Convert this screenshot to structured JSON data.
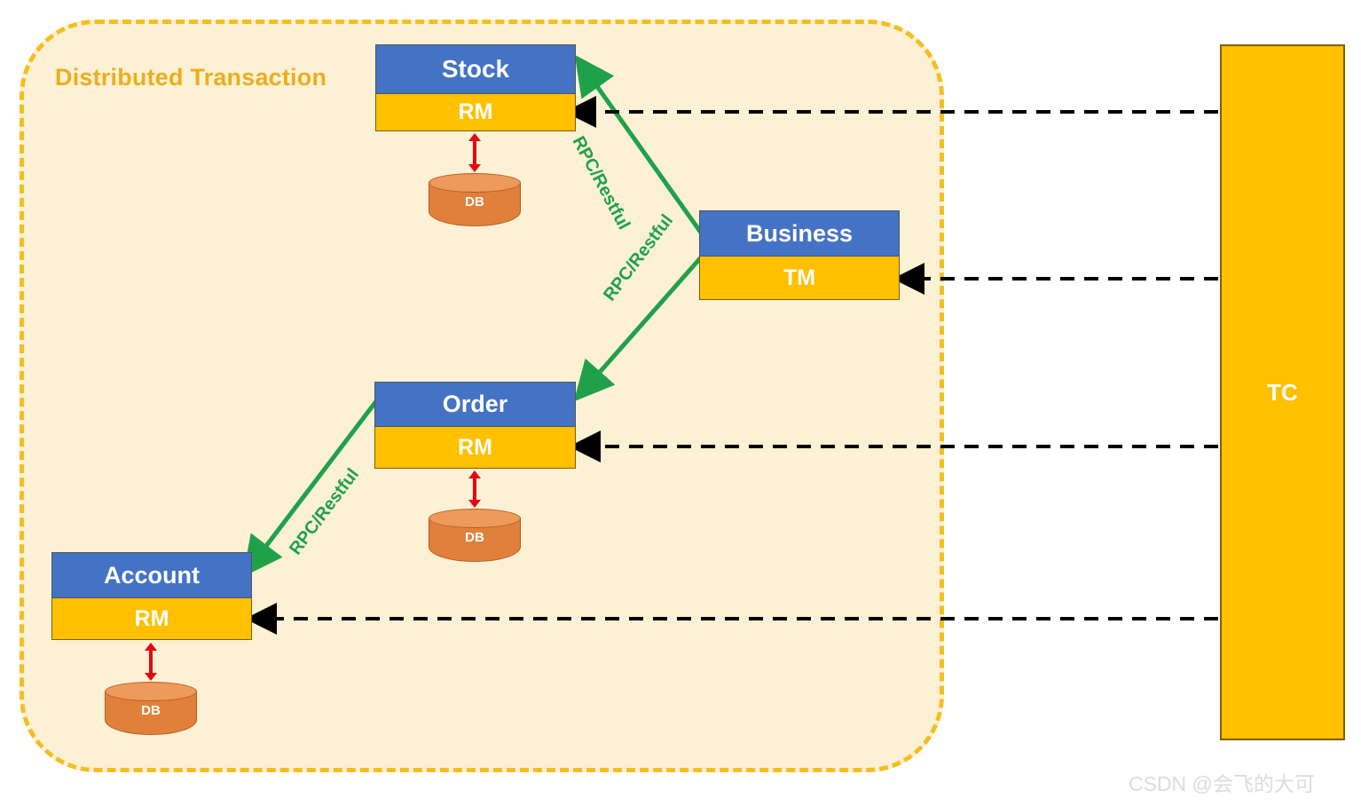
{
  "diagram": {
    "title": "Distributed Transaction",
    "region_label": "Distributed Transaction",
    "colors": {
      "region_fill": "#FDF1D5",
      "region_border": "#F5BE20",
      "region_title": "#EDAE1C",
      "service_header": "#4472C4",
      "service_body": "#FFC000",
      "db_cylinder": "#E1803A",
      "rpc_arrow": "#1FA14A",
      "db_arrow": "#E30613",
      "coordinator_arrow": "#000000",
      "tc_fill": "#FFC000"
    }
  },
  "services": [
    {
      "id": "stock",
      "name": "Stock",
      "role": "RM",
      "db": "DB"
    },
    {
      "id": "order",
      "name": "Order",
      "role": "RM",
      "db": "DB"
    },
    {
      "id": "account",
      "name": "Account",
      "role": "RM",
      "db": "DB"
    },
    {
      "id": "business",
      "name": "Business",
      "role": "TM"
    }
  ],
  "coordinator": {
    "label": "TC"
  },
  "rpc_links": [
    {
      "from": "Business",
      "to": "Stock",
      "label": "RPC/Restful"
    },
    {
      "from": "Business",
      "to": "Order",
      "label": "RPC/Restful"
    },
    {
      "from": "Order",
      "to": "Account",
      "label": "RPC/Restful"
    }
  ],
  "tc_links": [
    {
      "from": "TC",
      "to": "Stock RM"
    },
    {
      "from": "TC",
      "to": "Business TM"
    },
    {
      "from": "TC",
      "to": "Order RM"
    },
    {
      "from": "TC",
      "to": "Account RM"
    }
  ],
  "watermark": "CSDN @会飞的大可"
}
